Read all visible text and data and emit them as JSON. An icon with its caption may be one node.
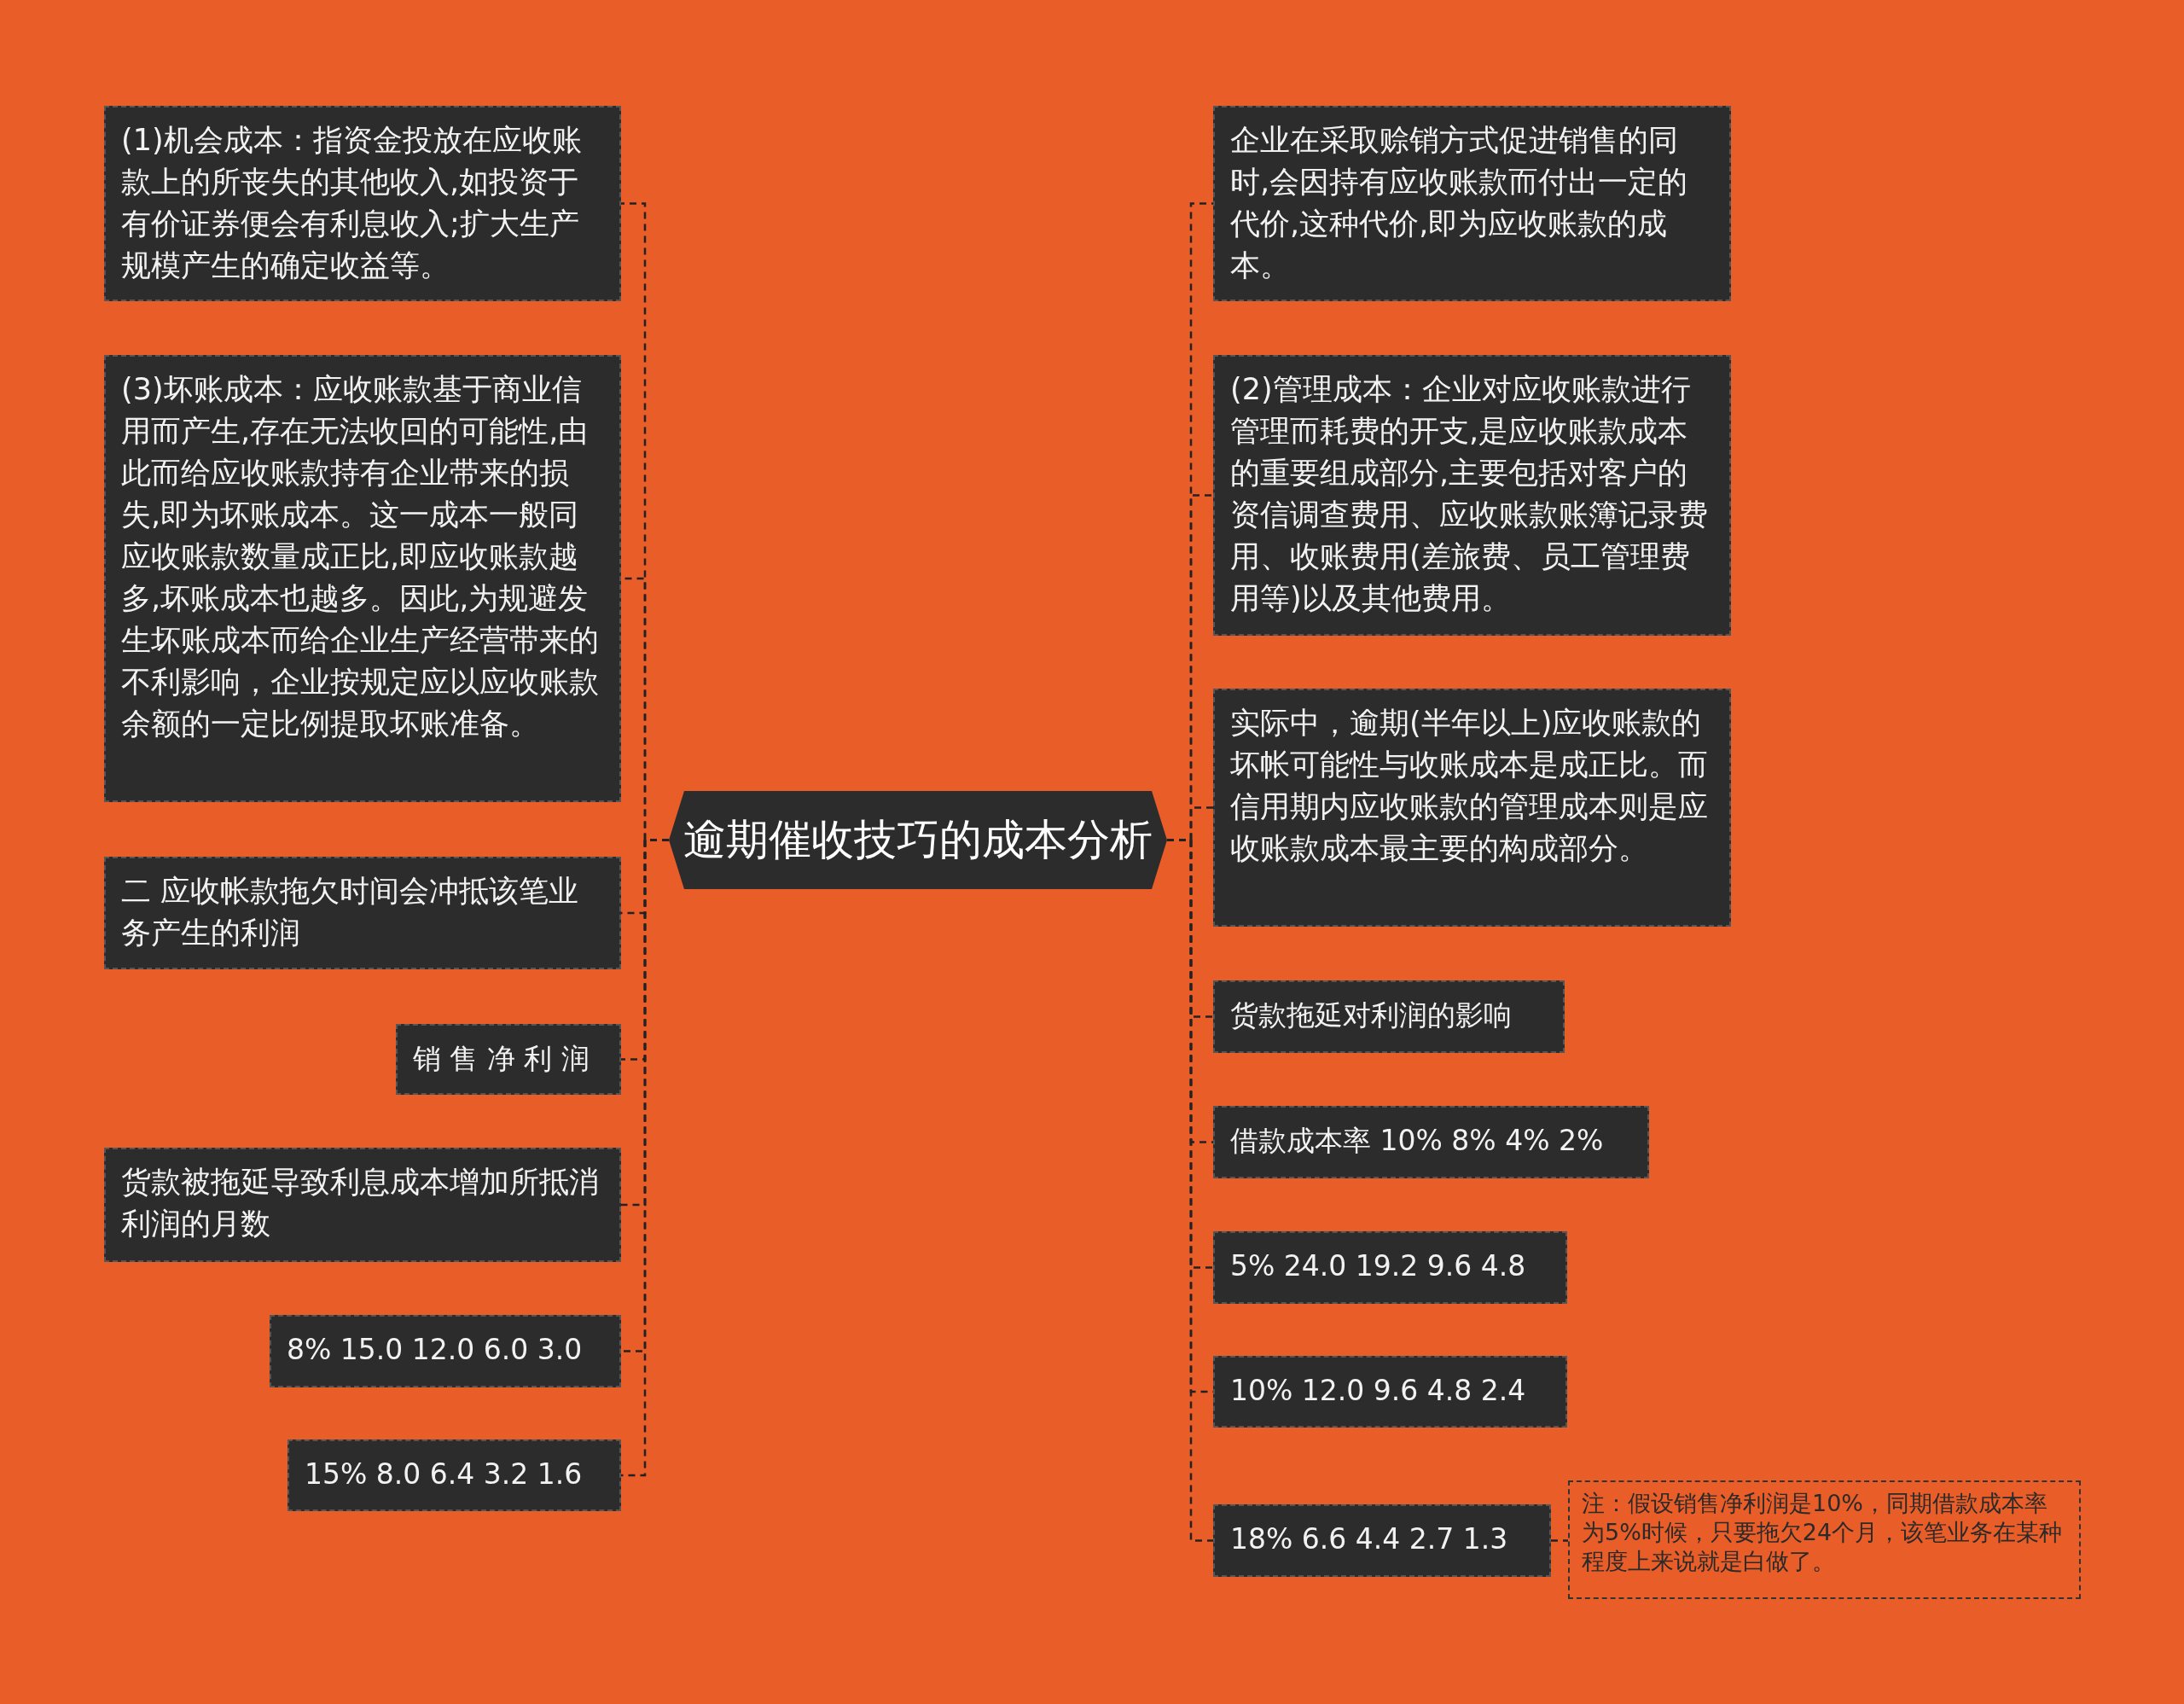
{
  "diagram": {
    "nodes": [
      {
        "text": [
          "逾期催收技巧的成本分析"
        ]
      },
      {
        "text": [
          "(1)机会成本：指资金投放在应收账款上的所丧失的其他收入,如投资于有价证券便会有利息收入;扩大生产规模产生的确定收益等。"
        ]
      },
      {
        "text": [
          "(3)坏账成本：应收账款基于商业信用而产生,存在无法收回的可能性,由此而给应收账款持有企业带来的损失,即为坏账成本。这一成本一般同应收账款数量成正比,即应收账款越多,坏账成本也越多。因此,为规避发生坏账成本而给企业生产经营带来的不利影响，企业按规定应以应收账款余额的一定比例提取坏账准备。"
        ]
      },
      {
        "text": [
          "二 应收帐款拖欠时间会冲抵该笔业务产生的利润"
        ]
      },
      {
        "text": [
          "销 售 净 利 润"
        ]
      },
      {
        "text": [
          "货款被拖延导致利息成本增加所抵消利润的月数"
        ]
      },
      {
        "text": [
          "8% 15.0 12.0 6.0 3.0"
        ]
      },
      {
        "text": [
          "15% 8.0 6.4 3.2 1.6"
        ]
      },
      {
        "text": [
          "企业在采取赊销方式促进销售的同时,会因持有应收账款而付出一定的代价,这种代价,即为应收账款的成本。"
        ]
      },
      {
        "text": [
          "(2)管理成本：企业对应收账款进行管理而耗费的开支,是应收账款成本的重要组成部分,主要包括对客户的资信调查费用、应收账款账簿记录费用、收账费用(差旅费、员工管理费用等)以及其他费用。"
        ]
      },
      {
        "text": [
          "实际中，逾期(半年以上)应收账款的坏帐可能性与收账成本是成正比。而信用期内应收账款的管理成本则是应收账款成本最主要的构成部分。"
        ]
      },
      {
        "text": [
          "货款拖延对利润的影响"
        ]
      },
      {
        "text": [
          "借款成本率 10% 8% 4% 2%"
        ]
      },
      {
        "text": [
          "5% 24.0 19.2 9.6 4.8"
        ]
      },
      {
        "text": [
          "10% 12.0 9.6 4.8 2.4"
        ]
      },
      {
        "text": [
          "18% 6.6 4.4 2.7 1.3"
        ]
      },
      {
        "text": [
          "注：假设销售净利润是10%，同期借款成本率为5%时候，只要拖欠24个月，该笔业务在某种程度上来说就是白做了。"
        ]
      }
    ],
    "edges": [
      {
        "from": 0,
        "to": 1,
        "arrow": "none",
        "style": "dashed"
      },
      {
        "from": 0,
        "to": 2,
        "arrow": "none",
        "style": "dashed"
      },
      {
        "from": 0,
        "to": 3,
        "arrow": "none",
        "style": "dashed"
      },
      {
        "from": 0,
        "to": 4,
        "arrow": "none",
        "style": "dashed"
      },
      {
        "from": 0,
        "to": 5,
        "arrow": "none",
        "style": "dashed"
      },
      {
        "from": 0,
        "to": 6,
        "arrow": "none",
        "style": "dashed"
      },
      {
        "from": 0,
        "to": 7,
        "arrow": "none",
        "style": "dashed"
      },
      {
        "from": 0,
        "to": 8,
        "arrow": "none",
        "style": "dashed"
      },
      {
        "from": 0,
        "to": 9,
        "arrow": "none",
        "style": "dashed"
      },
      {
        "from": 0,
        "to": 10,
        "arrow": "none",
        "style": "dashed"
      },
      {
        "from": 0,
        "to": 11,
        "arrow": "none",
        "style": "dashed"
      },
      {
        "from": 0,
        "to": 12,
        "arrow": "none",
        "style": "dashed"
      },
      {
        "from": 0,
        "to": 13,
        "arrow": "none",
        "style": "dashed"
      },
      {
        "from": 0,
        "to": 14,
        "arrow": "none",
        "style": "dashed"
      },
      {
        "from": 0,
        "to": 15,
        "arrow": "none",
        "style": "dashed"
      },
      {
        "from": 15,
        "to": 16,
        "arrow": "none",
        "style": "dashed"
      }
    ]
  }
}
